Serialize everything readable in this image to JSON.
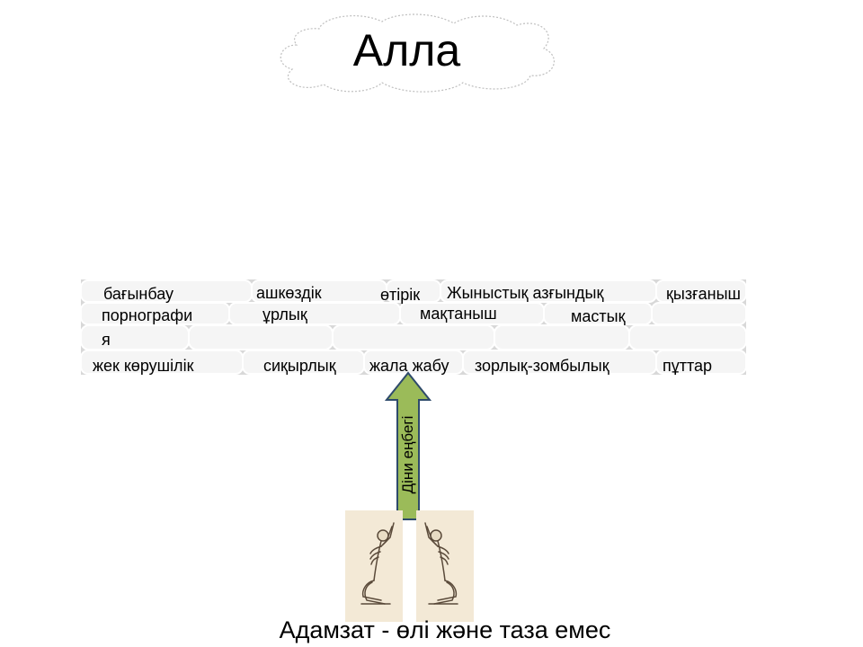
{
  "title": "Алла",
  "sins": {
    "disobedience": "бағынбау",
    "gluttony": "ашкөздік",
    "lying": "өтірік",
    "sexual_immorality": "Жыныстық азғындық",
    "jealousy": "қызғаныш",
    "pornography_line1": "порнографи",
    "pornography_line2": "я",
    "theft": "ұрлық",
    "boasting": "мақтаныш",
    "drunkenness": "мастық",
    "hatred": "жек көрушілік",
    "sorcery": "сиқырлық",
    "slander": "жала жабу",
    "violence": "зорлық-зомбылық",
    "idols": "пұттар"
  },
  "arrow": {
    "label": "Діни еңбегі",
    "color": "#9bbb59",
    "outline": "#2e4a6b"
  },
  "caption": "Адамзат - өлі және таза емес",
  "colors": {
    "wall_stone": "#f5f5f5",
    "wall_mortar": "#d8d8d8",
    "cloud_outline": "#bfbfbf"
  }
}
